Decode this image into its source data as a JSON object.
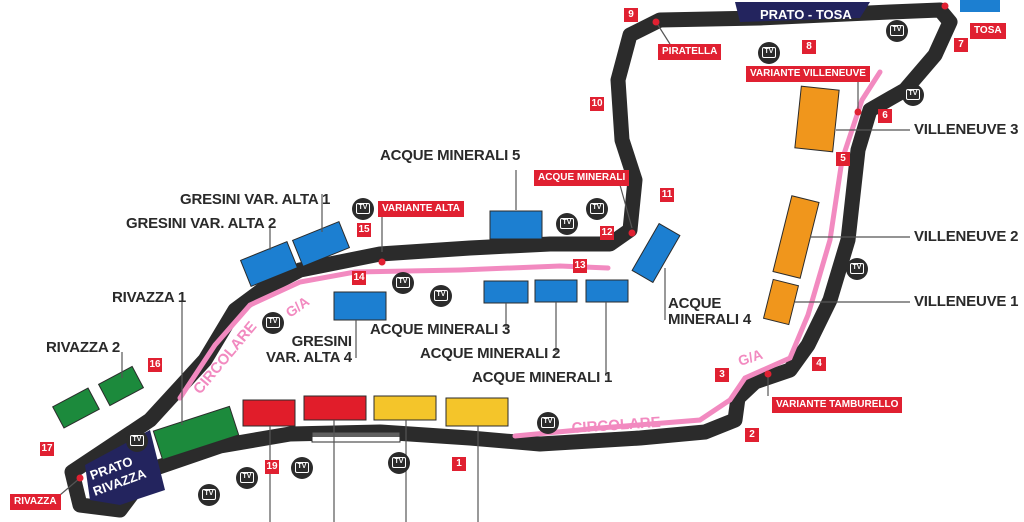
{
  "colors": {
    "track": "#2b2b2b",
    "path": "#f28ac0",
    "corner_red": "#e02031",
    "blue": "#1c7fd1",
    "orange": "#f0961c",
    "green": "#1c8a3c",
    "red": "#e11d2a",
    "yellow": "#f4c52a",
    "navy": "#23245e"
  },
  "grandstands": {
    "villeneuve_3": "VILLENEUVE 3",
    "villeneuve_2": "VILLENEUVE 2",
    "villeneuve_1": "VILLENEUVE 1",
    "acque_minerali_5": "ACQUE MINERALI 5",
    "gresini_var_alta_1": "GRESINI VAR. ALTA 1",
    "gresini_var_alta_2": "GRESINI VAR. ALTA 2",
    "rivazza_1": "RIVAZZA 1",
    "rivazza_2": "RIVAZZA 2",
    "gresini_var_alta_4": "GRESINI\nVAR. ALTA 4",
    "acque_minerali_3": "ACQUE MINERALI 3",
    "acque_minerali_2": "ACQUE MINERALI 2",
    "acque_minerali_1": "ACQUE MINERALI 1",
    "acque_minerali_4": "ACQUE\nMINERALI 4"
  },
  "corners": {
    "tosa": "TOSA",
    "piratella": "PIRATELLA",
    "variante_villeneuve": "VARIANTE VILLENEUVE",
    "acque_minerali": "ACQUE MINERALI",
    "variante_alta": "VARIANTE ALTA",
    "variante_tamburello": "VARIANTE TAMBURELLO",
    "rivazza": "RIVAZZA"
  },
  "turn_numbers": [
    "1",
    "2",
    "3",
    "4",
    "5",
    "6",
    "7",
    "8",
    "9",
    "10",
    "11",
    "12",
    "13",
    "14",
    "15",
    "16",
    "17",
    "19"
  ],
  "path_labels": {
    "circolare": "CIRCOLARE",
    "ga": "G/A",
    "prato_tosa": "PRATO - TOSA",
    "prato_rivazza_1": "PRATO",
    "prato_rivazza_2": "RIVAZZA"
  },
  "tv_text": "TV"
}
